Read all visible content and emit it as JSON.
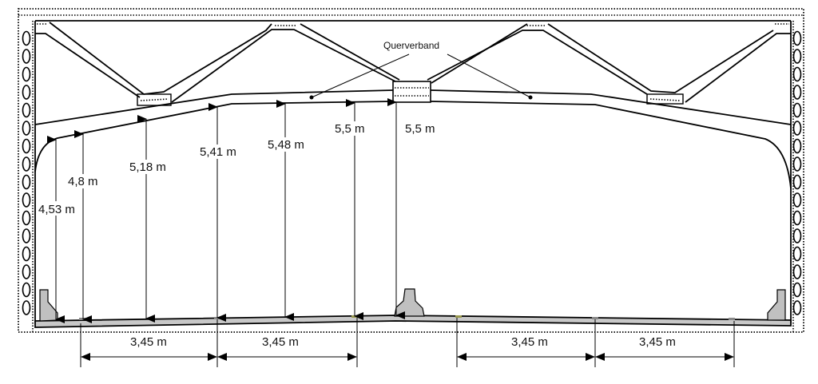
{
  "diagram": {
    "title_label": "Querverband",
    "clearance_heights": [
      "4,53 m",
      "4,8 m",
      "5,18 m",
      "5,41 m",
      "5,48 m",
      "5,5 m",
      "5,5 m"
    ],
    "lane_widths": [
      "3,45 m",
      "3,45 m",
      "3,45 m",
      "3,45 m"
    ],
    "colors": {
      "line": "#000000",
      "road_fill": "#c8c8c8",
      "barrier_fill": "#c0c0c0"
    }
  }
}
